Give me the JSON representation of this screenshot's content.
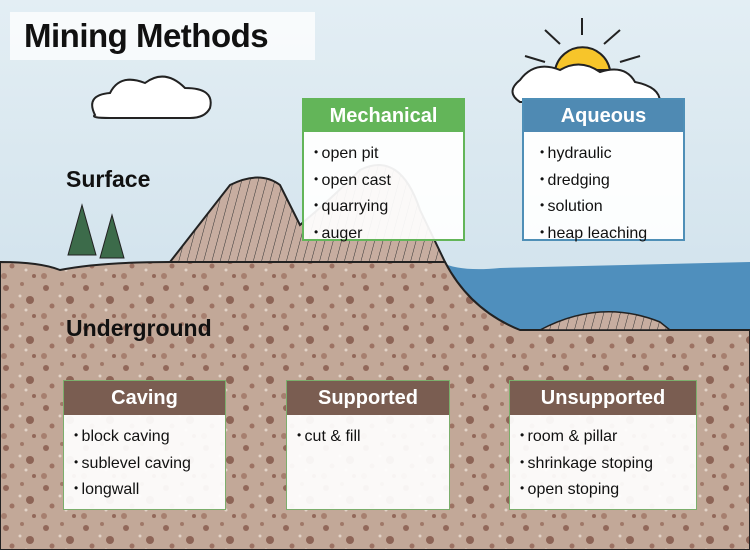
{
  "title": "Mining Methods",
  "labels": {
    "surface": "Surface",
    "underground": "Underground"
  },
  "colors": {
    "mechanical": "#63b559",
    "aqueous": "#4f8ab3",
    "underground": "#7a5d51",
    "ground": "#b89a86",
    "water": "#4f8fbd"
  },
  "surface_methods": [
    {
      "name": "Mechanical",
      "items": [
        "open pit",
        "open cast",
        "quarrying",
        "auger"
      ]
    },
    {
      "name": "Aqueous",
      "items": [
        "hydraulic",
        "dredging",
        "solution",
        "heap leaching"
      ]
    }
  ],
  "underground_methods": [
    {
      "name": "Caving",
      "items": [
        "block caving",
        "sublevel caving",
        "longwall"
      ]
    },
    {
      "name": "Supported",
      "items": [
        "cut & fill"
      ]
    },
    {
      "name": "Unsupported",
      "items": [
        "room & pillar",
        "shrinkage stoping",
        "open stoping"
      ]
    }
  ]
}
